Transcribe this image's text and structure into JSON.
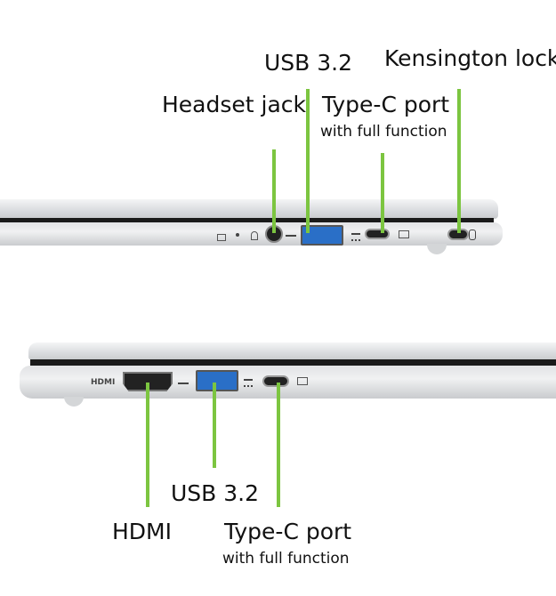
{
  "top_view": {
    "labels": {
      "usb": "USB 3.2",
      "kensington": "Kensington lock",
      "headset": "Headset jack",
      "typec": "Type-C port",
      "typec_sub": "with full function"
    }
  },
  "bottom_view": {
    "labels": {
      "usb": "USB 3.2",
      "hdmi": "HDMI",
      "typec": "Type-C port",
      "typec_sub": "with full function"
    },
    "hdmi_port_marking": "HDMI"
  },
  "colors": {
    "callout_line": "#7cc540",
    "usb_port": "#2a6fc7"
  }
}
